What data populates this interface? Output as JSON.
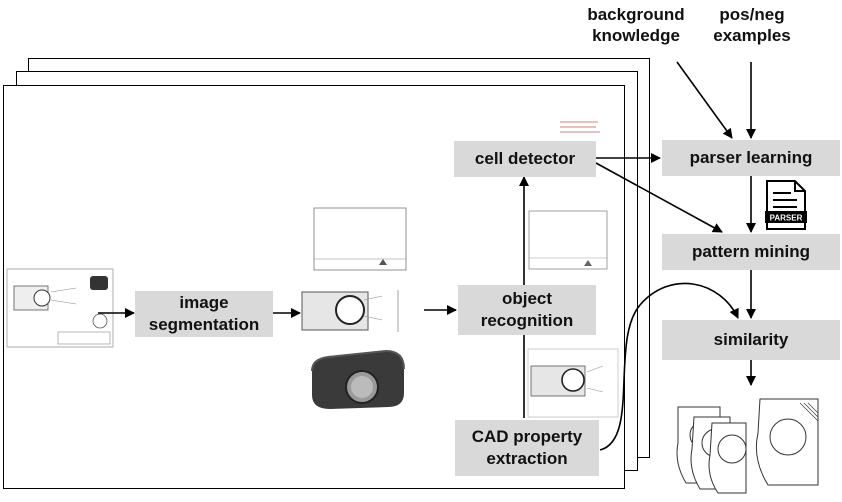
{
  "inputs": {
    "background_knowledge": "background\nknowledge",
    "pos_neg_examples": "pos/neg\nexamples"
  },
  "pipeline": {
    "image_segmentation": "image\nsegmentation",
    "object_recognition": "object\nrecognition",
    "cell_detector": "cell detector",
    "cad_property_extraction": "CAD property\nextraction"
  },
  "learning": {
    "parser_learning": "parser learning",
    "pattern_mining": "pattern mining",
    "similarity": "similarity",
    "parser_icon_label": "PARSER"
  },
  "colors": {
    "box_fill": "#d9d9d9",
    "stroke": "#000000"
  }
}
